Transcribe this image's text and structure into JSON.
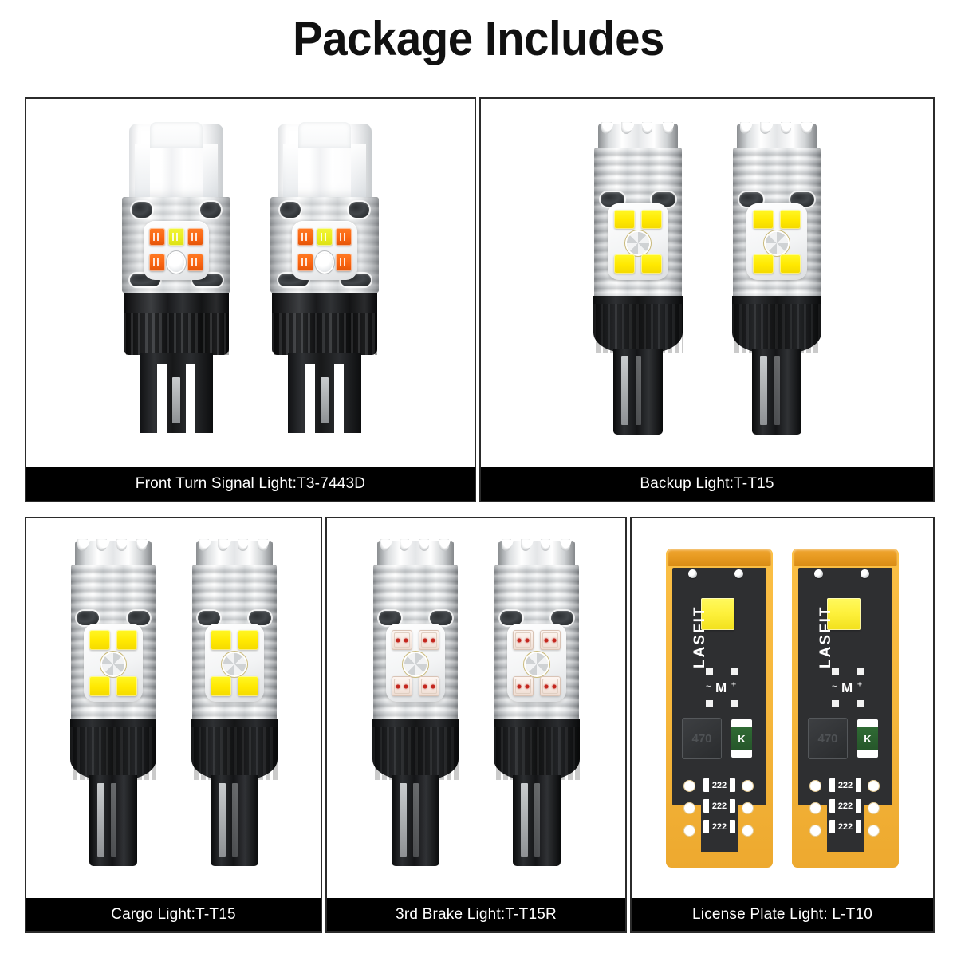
{
  "header": {
    "title": "Package Includes"
  },
  "panels": [
    {
      "id": "front-turn-signal",
      "caption": "Front Turn Signal Light:T3-7443D",
      "bulb_type": "T3-7443D",
      "base": "7443 dual-filament wedge",
      "quantity": 2,
      "led_colors": [
        "amber",
        "amber-yellow",
        "amber",
        "amber",
        "white-lens",
        "amber"
      ],
      "housing": "white dome with silver heatsink"
    },
    {
      "id": "backup-light",
      "caption": "Backup Light:T-T15",
      "bulb_type": "T-T15",
      "base": "T15 wedge",
      "quantity": 2,
      "led_colors": [
        "yellow",
        "yellow",
        "yellow",
        "yellow"
      ],
      "housing": "silver crown heatsink"
    },
    {
      "id": "cargo-light",
      "caption": "Cargo Light:T-T15",
      "bulb_type": "T-T15",
      "base": "T15 wedge",
      "quantity": 2,
      "led_colors": [
        "yellow",
        "yellow",
        "yellow",
        "yellow"
      ],
      "housing": "silver crown heatsink"
    },
    {
      "id": "third-brake-light",
      "caption": "3rd Brake Light:T-T15R",
      "bulb_type": "T-T15R",
      "base": "T15 wedge",
      "quantity": 2,
      "led_colors": [
        "red",
        "red",
        "red",
        "red"
      ],
      "housing": "silver crown heatsink"
    },
    {
      "id": "license-plate-light",
      "caption": "License Plate Light: L-T10",
      "bulb_type": "L-T10",
      "base": "T10 / 194 PCB wedge",
      "quantity": 2,
      "housing": "gold PCB board"
    }
  ],
  "pcb": {
    "brand": "LASFIT",
    "polarity_label": "M",
    "polarity_minus": "~",
    "polarity_plus": "±",
    "inductor_code": "470",
    "diode_code": "K",
    "resistor_code": "222"
  },
  "colors": {
    "background": "#ffffff",
    "panel_border": "#2b2b2b",
    "caption_bg": "#000000",
    "caption_text": "#ffffff",
    "title_text": "#111111",
    "led_amber": "#f96512",
    "led_yellow": "#ffe800",
    "led_yellowgreen": "#e9ee20",
    "led_red_dot": "#c4261d",
    "pcb_gold": "#f6b73c",
    "pcb_black": "#2e2f31",
    "diode_green": "#2f6b34",
    "metal_silver": "#e4e6e8",
    "base_black": "#141517"
  }
}
